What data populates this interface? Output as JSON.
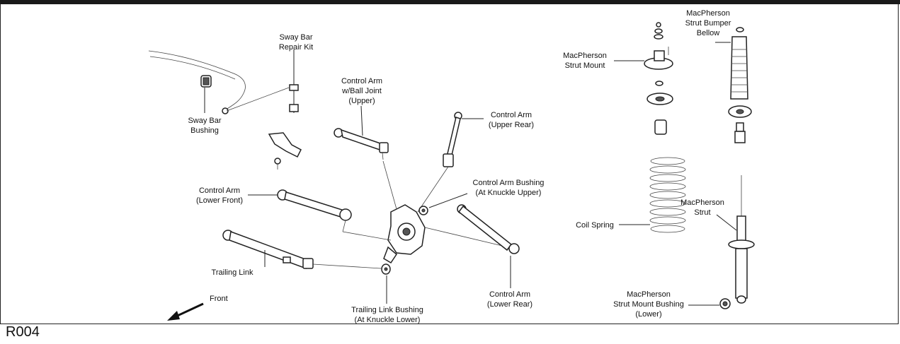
{
  "labels": {
    "sway_bar_repair_kit": [
      "Sway Bar",
      "Repair Kit"
    ],
    "sway_bar_bushing": [
      "Sway Bar",
      "Bushing"
    ],
    "control_arm_ball_joint_upper": [
      "Control Arm",
      "w/Ball Joint",
      "(Upper)"
    ],
    "control_arm_upper_rear": [
      "Control Arm",
      "(Upper Rear)"
    ],
    "control_arm_bushing_knuckle_upper": [
      "Control Arm Bushing",
      "(At Knuckle Upper)"
    ],
    "control_arm_lower_front": [
      "Control Arm",
      "(Lower Front)"
    ],
    "trailing_link": [
      "Trailing Link"
    ],
    "trailing_link_bushing": [
      "Trailing Link Bushing",
      "(At Knuckle Lower)"
    ],
    "control_arm_lower_rear": [
      "Control Arm",
      "(Lower Rear)"
    ],
    "front": [
      "Front"
    ],
    "macpherson_strut_mount": [
      "MacPherson",
      "Strut Mount"
    ],
    "macpherson_strut_bumper_bellow": [
      "MacPherson",
      "Strut Bumper",
      "Bellow"
    ],
    "coil_spring": [
      "Coil Spring"
    ],
    "macpherson_strut": [
      "MacPherson",
      "Strut"
    ],
    "macpherson_strut_mount_bushing_lower": [
      "MacPherson",
      "Strut Mount Bushing",
      "(Lower)"
    ]
  },
  "figure_code": "R004"
}
